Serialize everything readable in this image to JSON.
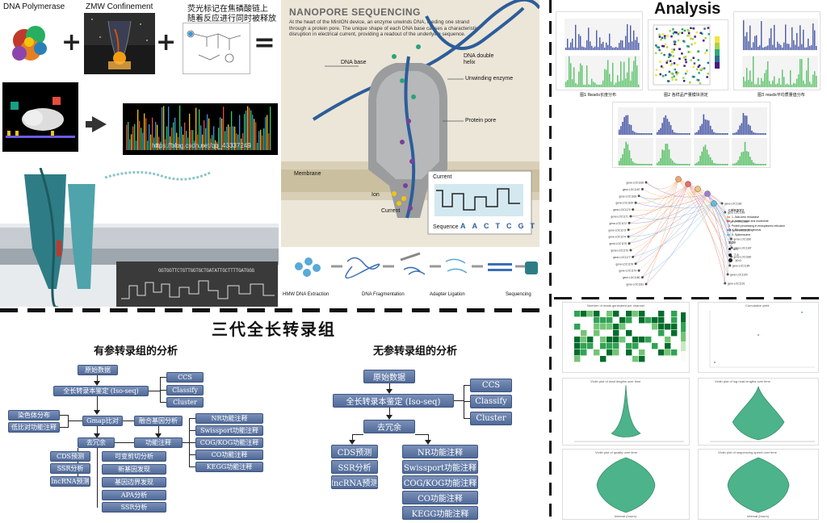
{
  "top_left": {
    "dna_polymerase": "DNA Polymerase",
    "zmw": "ZMW Confinement",
    "fluor_line1": "荧光标记在焦磷酸链上",
    "fluor_line2": "随着反应进行同时被释放",
    "watermark": "https://blog.csdn.net/qq_43337249",
    "sequence_text": "GGTGGTTCTGTTGGTGCTGATATTGCTTTTGATGGG"
  },
  "nanopore": {
    "title": "NANOPORE SEQUENCING",
    "desc": "At the heart of the MinION device, an enzyme unwinds DNA, feeding one strand through a protein pore. The unique shape of each DNA base causes a characteristic disruption in electrical current, providing a readout of the underlying sequence.",
    "dna_base": "DNA base",
    "dna_double_helix": "DNA double helix",
    "unwinding_enzyme": "Unwinding enzyme",
    "protein_pore": "Protein pore",
    "membrane": "Membrane",
    "ion": "Ion",
    "current": "Current",
    "current_inset": "Current",
    "sequence_label": "Sequence",
    "bases": [
      "A",
      "A",
      "C",
      "T",
      "C",
      "G",
      "T"
    ],
    "steps": [
      "HMW DNA Extraction",
      "DNA Fragmentation",
      "Adapter Ligation",
      "Sequencing"
    ]
  },
  "analysis": {
    "title": "Analysis",
    "captions": [
      "图1 Reads长度分布",
      "图2 各样品产量模块测定",
      "图3 reads平均质量值分布"
    ],
    "legend_title": "category",
    "legend_items": [
      "1. Aldo-keto reductase",
      "2. Amino sugar and nucleotide",
      "3. Protein processing in endoplasmic reticulum",
      "4. Ribosome biogenesis",
      "5. Spliceosome"
    ],
    "size_title": "size",
    "size_items": [
      "6.0",
      "7.5",
      "10.0"
    ],
    "heatmap_title": "Number of reads generated per channel",
    "cumulative_title": "Cumulative yield",
    "violin_titles": [
      "Violin plot of read lengths over time",
      "Violin plot of log read lengths over time",
      "Violin plot of quality over time",
      "Violin plot of sequencing speed over time"
    ],
    "interval_label": "Interval (hours)",
    "gene_labels_left": [
      "gene-LOC1166",
      "gene-LOC1167",
      "gene-LOC1168",
      "gene-LOC1169",
      "gene-LOC1170",
      "gene-LOC1171",
      "gene-LOC1172",
      "gene-LOC1173",
      "gene-LOC1174",
      "gene-LOC1175",
      "gene-LOC1176",
      "gene-LOC1177",
      "gene-LOC1178",
      "gene-LOC1179",
      "gene-LOC1180",
      "gene-LOC1181"
    ],
    "gene_labels_right": [
      "gene-LOC1182",
      "gene-LOC1183",
      "gene-LOC1184",
      "gene-LOC1185",
      "gene-LOC1186",
      "gene-LOC1187",
      "gene-LOC1188",
      "gene-LOC1189",
      "gene-LOC1190",
      "gene-LOC1191"
    ]
  },
  "bottom": {
    "title": "三代全长转录组",
    "left_title": "有参转录组的分析",
    "right_title": "无参转录组的分析",
    "left": {
      "raw": "原始数据",
      "iso": "全长转录本鉴定 (Iso-seq)",
      "ccs": "CCS",
      "classify": "Classify",
      "cluster": "Cluster",
      "chrom": "染色体分布",
      "lowann": "低比对功能注释",
      "gmap": "Gmap比对",
      "fusion": "融合基因分析",
      "dedup": "去冗余",
      "funcann": "功能注释",
      "nr": "NR功能注释",
      "swiss": "Swissport功能注释",
      "cog": "COG/KOG功能注释",
      "co": "CO功能注释",
      "kegg": "KEGG功能注释",
      "cds": "CDS预测",
      "ssr": "SSR分析",
      "lnc": "lncRNA预测",
      "alt": "可变剪切分析",
      "newgene": "新基因发现",
      "boundary": "基因边界发现",
      "apa": "APA分析",
      "ssr2": "SSR分析"
    },
    "right": {
      "raw": "原始数据",
      "iso": "全长转录本鉴定 (Iso-seq)",
      "ccs": "CCS",
      "classify": "Classify",
      "cluster": "Cluster",
      "dedup": "去冗余",
      "cds": "CDS预测",
      "ssr": "SSR分析",
      "lnc": "lncRNA预测",
      "nr": "NR功能注释",
      "swiss": "Swissport功能注释",
      "cog": "COG/KOG功能注释",
      "co": "CO功能注释",
      "kegg": "KEGG功能注释"
    }
  },
  "colors": {
    "box": "#5a74a4",
    "green": "#5cc36a",
    "blue": "#4a5aa8",
    "violin": "#4cb38a"
  }
}
